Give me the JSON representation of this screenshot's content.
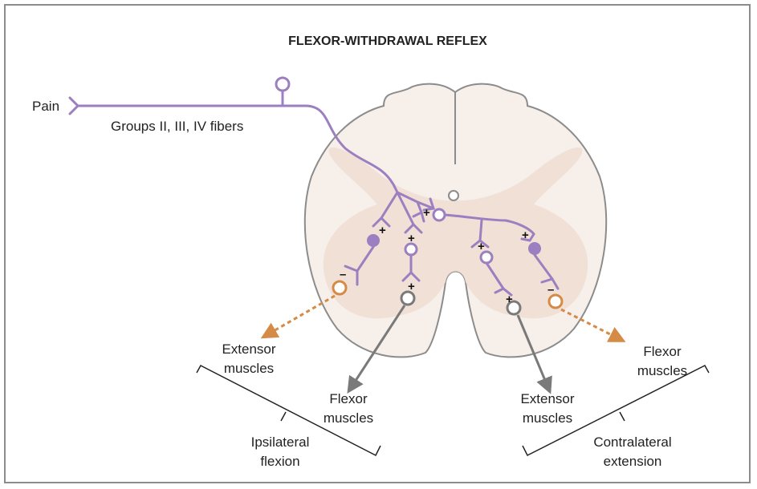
{
  "title": "FLEXOR-WITHDRAWAL REFLEX",
  "labels": {
    "pain": "Pain",
    "fibers": "Groups II, III, IV fibers",
    "extensor_left_1": "Extensor",
    "extensor_left_2": "muscles",
    "flexor_left_1": "Flexor",
    "flexor_left_2": "muscles",
    "extensor_right_1": "Extensor",
    "extensor_right_2": "muscles",
    "flexor_right_1": "Flexor",
    "flexor_right_2": "muscles",
    "ipsilateral_1": "Ipsilateral",
    "ipsilateral_2": "flexion",
    "contralateral_1": "Contralateral",
    "contralateral_2": "extension"
  },
  "signs": {
    "plus": "+",
    "minus": "–"
  },
  "colors": {
    "purple": "#9b7fc0",
    "orange": "#d58a46",
    "gray": "#7a7a7a",
    "cord": "#f6efea",
    "gray_matter": "#f0ded5"
  }
}
